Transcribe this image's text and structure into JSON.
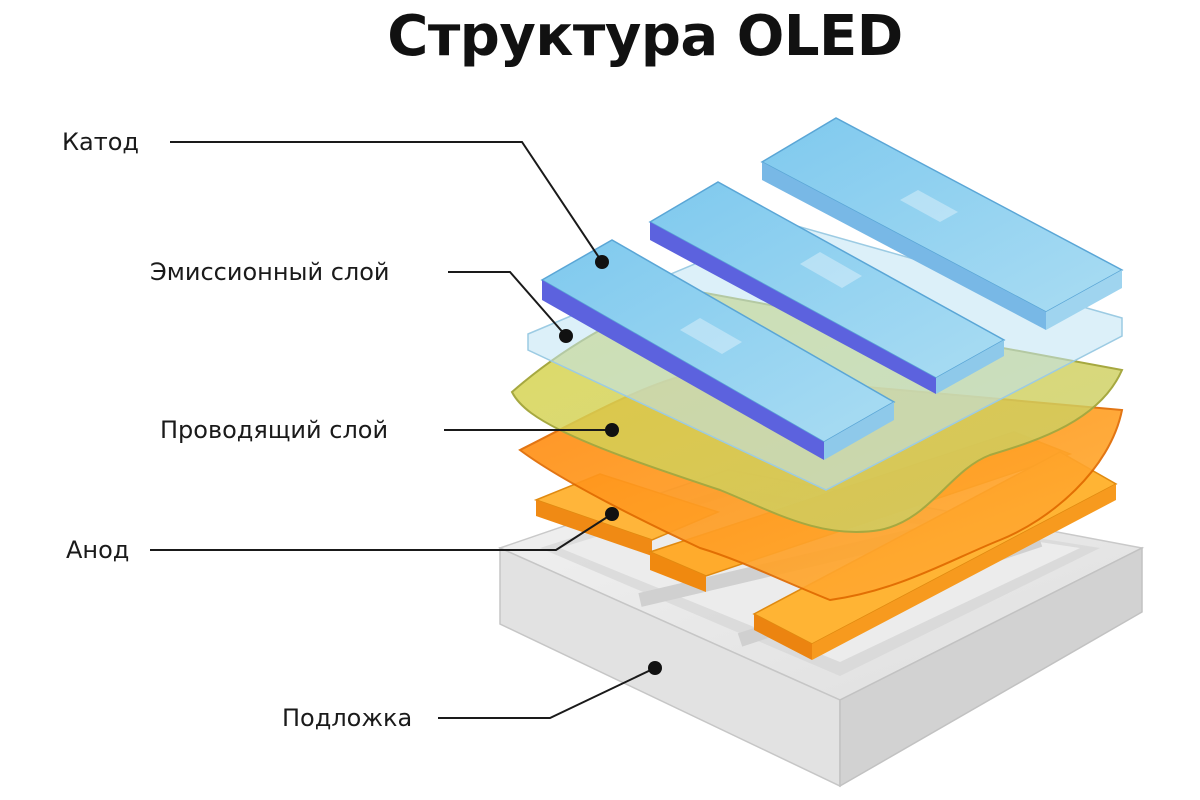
{
  "title": "Структура OLED",
  "labels": {
    "cathode": "Катод",
    "emissive": "Эмиссионный слой",
    "conductive": "Проводящий слой",
    "anode": "Анод",
    "substrate": "Подложка"
  },
  "colors": {
    "cathode_top": "#8fd3f0",
    "cathode_side": "#5b63e0",
    "emissive": "#bfe3f2",
    "conductive": "#d6d64a",
    "orange_layer": "#ff9a1f",
    "anode": "#ffa826",
    "substrate": "#e6e6e6"
  }
}
